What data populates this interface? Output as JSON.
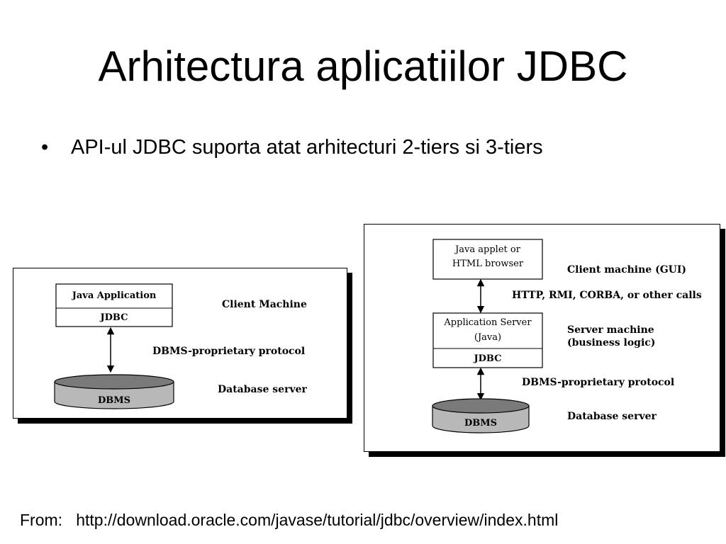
{
  "slide": {
    "title": "Arhitectura aplicatiilor JDBC",
    "bullet_marker": "•",
    "bullet": "API-ul JDBC suporta atat arhitecturi 2-tiers si 3-tiers",
    "source_prefix": "From:",
    "source_url": "http://download.oracle.com/javase/tutorial/jdbc/overview/index.html"
  },
  "two_tier": {
    "app_label": "Java Application",
    "jdbc_label": "JDBC",
    "dbms_label": "DBMS",
    "client_label": "Client Machine",
    "protocol_label": "DBMS-proprietary protocol",
    "server_label": "Database server"
  },
  "three_tier": {
    "browser_line1": "Java applet or",
    "browser_line2": "HTML browser",
    "client_label": "Client machine (GUI)",
    "calls_label": "HTTP, RMI, CORBA, or other calls",
    "app_server_line1": "Application Server",
    "app_server_line2": "(Java)",
    "jdbc_label": "JDBC",
    "server_line1": "Server machine",
    "server_line2": "(business logic)",
    "protocol_label": "DBMS-proprietary protocol",
    "dbms_label": "DBMS",
    "db_server_label": "Database server"
  },
  "colors": {
    "db_top": "#7a7a7a",
    "db_body": "#b8b8b8",
    "shadow": "#000000"
  }
}
